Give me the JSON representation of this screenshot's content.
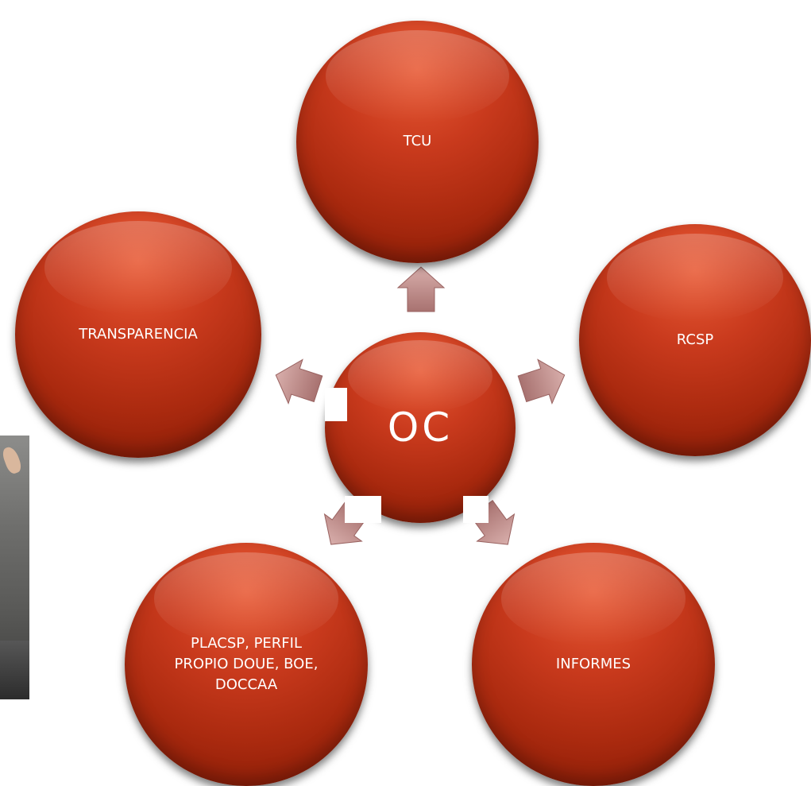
{
  "diagram": {
    "center": {
      "label": "OC"
    },
    "nodes": [
      {
        "id": "tcu",
        "label": "TCU"
      },
      {
        "id": "rcsp",
        "label": "RCSP"
      },
      {
        "id": "informes",
        "label": "INFORMES"
      },
      {
        "id": "placsp",
        "label": "PLACSP, PERFIL PROPIO DOUE, BOE, DOCCAA"
      },
      {
        "id": "transparencia",
        "label": "TRANSPARENCIA"
      }
    ],
    "colors": {
      "circle": "#b8301a",
      "circle_highlight": "#e85a35",
      "circle_shadow": "#7f1804",
      "arrow": "#c79592",
      "text": "#ffffff"
    }
  },
  "photo": {
    "description_icon": "person-typing-on-laptop"
  }
}
